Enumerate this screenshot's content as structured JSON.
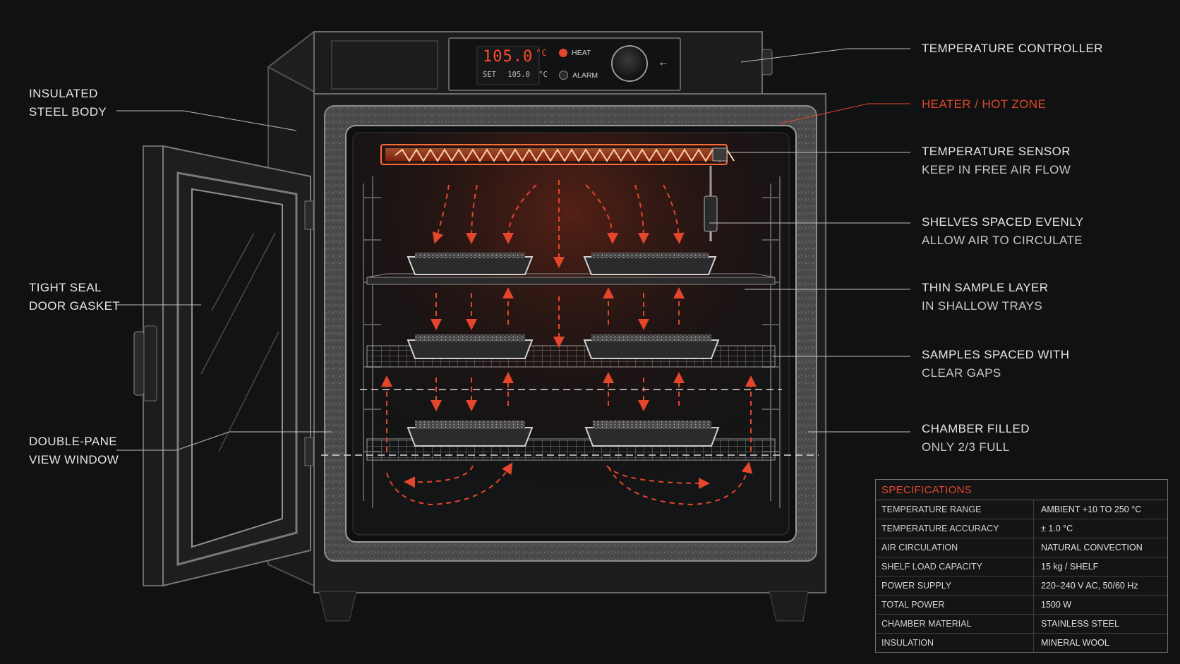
{
  "controller": {
    "display_value": "105.0",
    "display_unit": "°C",
    "set_label": "SET",
    "set_value": "105.0",
    "set_unit": "°C",
    "heat_label": "HEAT",
    "alarm_label": "ALARM"
  },
  "callouts": {
    "temperature_controller": {
      "line1": "TEMPERATURE CONTROLLER"
    },
    "heater": {
      "line1": "HEATER / HOT ZONE"
    },
    "sensor": {
      "line1": "TEMPERATURE SENSOR",
      "line2": "KEEP IN FREE AIR FLOW"
    },
    "shelves": {
      "line1": "SHELVES SPACED EVENLY",
      "line2": "ALLOW AIR TO CIRCULATE"
    },
    "thin_sample": {
      "line1": "THIN SAMPLE LAYER",
      "line2": "IN SHALLOW TRAYS"
    },
    "samples_spaced": {
      "line1": "SAMPLES SPACED WITH",
      "line2": "CLEAR GAPS"
    },
    "chamber_filled": {
      "line1": "CHAMBER FILLED",
      "line2": "ONLY 2/3 FULL"
    },
    "insulated_body": {
      "line1": "INSULATED",
      "line2": "STEEL BODY"
    },
    "door_gasket": {
      "line1": "TIGHT SEAL",
      "line2": "DOOR GASKET"
    },
    "view_window": {
      "line1": "DOUBLE-PANE",
      "line2": "VIEW WINDOW"
    }
  },
  "specifications": {
    "title": "SPECIFICATIONS",
    "rows": [
      {
        "key": "TEMPERATURE RANGE",
        "value": "AMBIENT +10 TO 250 °C"
      },
      {
        "key": "TEMPERATURE ACCURACY",
        "value": "± 1.0 °C"
      },
      {
        "key": "AIR CIRCULATION",
        "value": "NATURAL CONVECTION"
      },
      {
        "key": "SHELF LOAD CAPACITY",
        "value": "15 kg / SHELF"
      },
      {
        "key": "POWER SUPPLY",
        "value": "220–240 V AC, 50/60 Hz"
      },
      {
        "key": "TOTAL POWER",
        "value": "1500 W"
      },
      {
        "key": "CHAMBER MATERIAL",
        "value": "STAINLESS STEEL"
      },
      {
        "key": "INSULATION",
        "value": "MINERAL WOOL"
      }
    ]
  },
  "colors": {
    "accent_red": "#e4462b",
    "heat_glow": "#ff5a2a",
    "background": "#0f1112",
    "text": "#e6e6e6",
    "insulation": "#4a4a4a"
  }
}
